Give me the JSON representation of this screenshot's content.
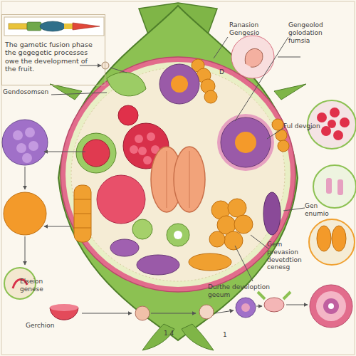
{
  "diagram": {
    "nodes": [
      {
        "text": [
          "The gametic fusion phase the gegegetic processes owe the development of the fruit."
        ]
      }
    ],
    "labels": [
      "Ranasion Gengesio",
      "D",
      "Gengeolod golodation fumsia",
      "Ful devgion",
      "Gen enumio",
      "Gem prevasion devetdtion cenesg",
      "Durthe develoption geeum",
      "Gendosomsen",
      "Elseion genese",
      "Gerchion",
      "1.4",
      "1"
    ]
  }
}
